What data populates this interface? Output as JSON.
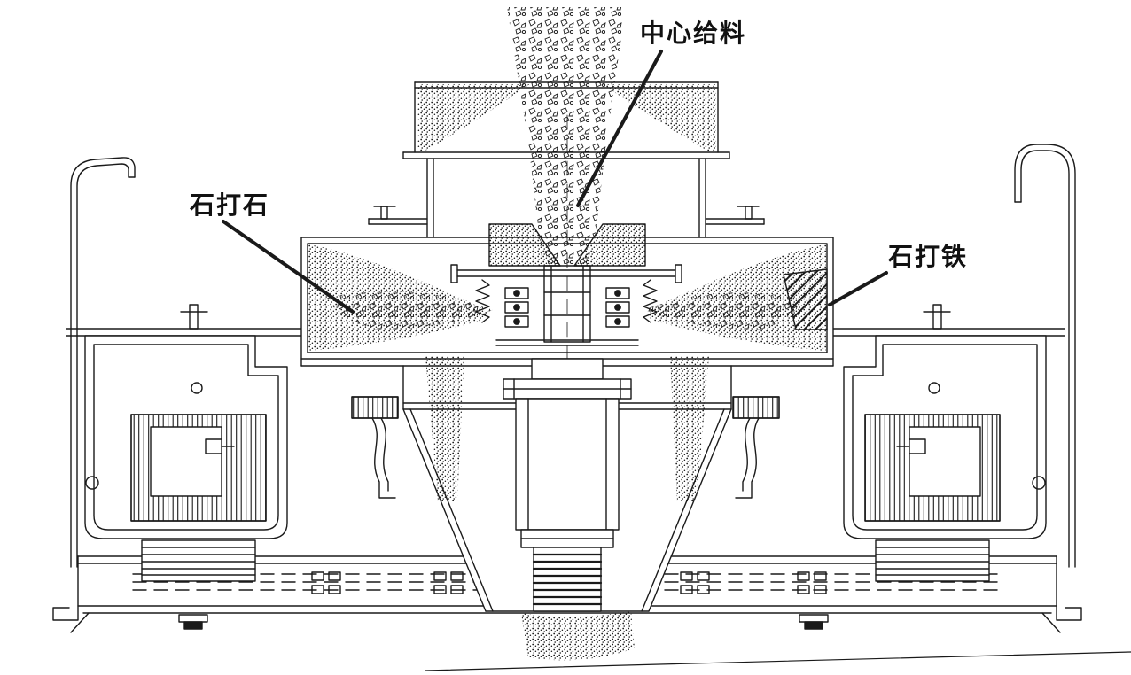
{
  "diagram": {
    "description": "vertical-shaft-impact-crusher-cross-section",
    "labels": [
      {
        "id": "center-feed",
        "text": "中心给料"
      },
      {
        "id": "stone-on-stone",
        "text": "石打石"
      },
      {
        "id": "stone-on-iron",
        "text": "石打铁"
      }
    ],
    "colors": {
      "ink": "#1a1a1a",
      "paper": "#ffffff"
    }
  }
}
